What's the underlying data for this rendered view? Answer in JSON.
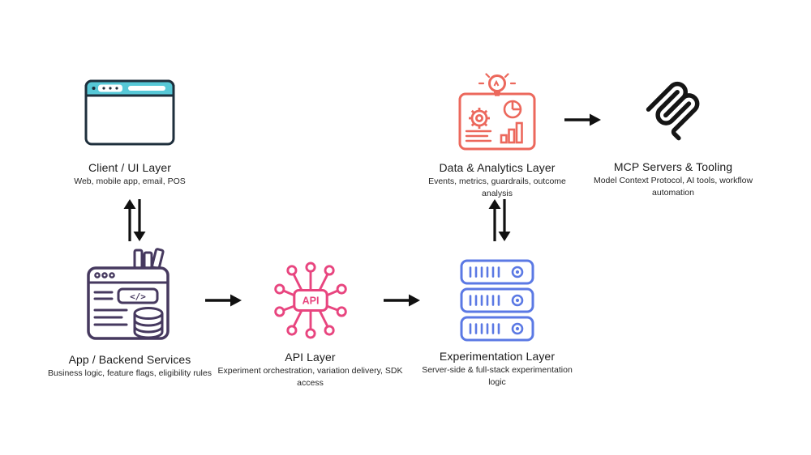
{
  "diagram": {
    "background_color": "#ffffff",
    "arrow_color": "#111111",
    "nodes": {
      "client": {
        "title": "Client / UI Layer",
        "subtitle": "Web, mobile app, email, POS",
        "color": "#57c8d7",
        "icon": "browser-window-icon"
      },
      "backend": {
        "title": "App / Backend Services",
        "subtitle": "Business logic, feature flags, eligibility rules",
        "color": "#46395f",
        "icon": "backend-window-database-icon",
        "icon_glyph": "</>"
      },
      "api": {
        "title": "API Layer",
        "subtitle": "Experiment orchestration, variation delivery, SDK access",
        "color": "#e8457f",
        "icon": "api-circuit-icon",
        "icon_glyph": "API"
      },
      "experimentation": {
        "title": "Experimentation Layer",
        "subtitle": "Server-side & full-stack experimentation logic",
        "color": "#5b79e4",
        "icon": "server-stack-icon"
      },
      "data": {
        "title": "Data & Analytics Layer",
        "subtitle": "Events, metrics, guardrails, outcome analysis",
        "color": "#ec685c",
        "icon": "analytics-board-icon"
      },
      "mcp": {
        "title": "MCP Servers & Tooling",
        "subtitle": "Model Context Protocol, AI tools, workflow automation",
        "color": "#151515",
        "icon": "mcp-logo-icon"
      }
    },
    "connections": [
      {
        "from": "client",
        "to": "backend",
        "type": "bidirectional-vertical"
      },
      {
        "from": "backend",
        "to": "api",
        "type": "right"
      },
      {
        "from": "api",
        "to": "experimentation",
        "type": "right"
      },
      {
        "from": "experimentation",
        "to": "data",
        "type": "bidirectional-vertical"
      },
      {
        "from": "data",
        "to": "mcp",
        "type": "right"
      }
    ]
  }
}
